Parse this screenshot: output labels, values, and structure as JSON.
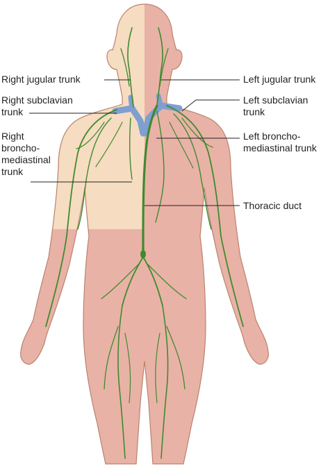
{
  "colors": {
    "background": "#ffffff",
    "right_side_skin": "#f6dcc0",
    "left_side_skin": "#e9b2a6",
    "outline": "#b9826e",
    "lymph_vessel": "#3f8a2f",
    "vein": "#7f9fd0",
    "leader_line": "#222222"
  },
  "labels": {
    "right_jugular_trunk": "Right jugular trunk",
    "right_subclavian_trunk": [
      "Right subclavian",
      "trunk"
    ],
    "right_bronchomediastinal_trunk": [
      "Right",
      "broncho-",
      "mediastinal",
      "trunk"
    ],
    "left_jugular_trunk": "Left jugular trunk",
    "left_subclavian_trunk": [
      "Left subclavian",
      "trunk"
    ],
    "left_bronchomediastinal_trunk": [
      "Left broncho-",
      "mediastinal trunk"
    ],
    "thoracic_duct": "Thoracic duct"
  }
}
